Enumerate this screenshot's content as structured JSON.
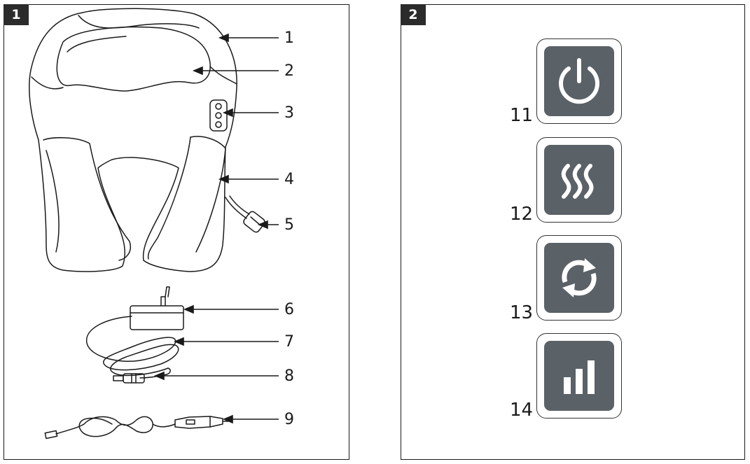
{
  "panels": [
    {
      "badge": "1"
    },
    {
      "badge": "2"
    }
  ],
  "callouts": [
    "1",
    "2",
    "3",
    "4",
    "5",
    "6",
    "7",
    "8",
    "9"
  ],
  "controls": [
    {
      "number": "11",
      "icon": "power-icon"
    },
    {
      "number": "12",
      "icon": "heat-icon"
    },
    {
      "number": "13",
      "icon": "direction-change-icon"
    },
    {
      "number": "14",
      "icon": "intensity-level-icon"
    }
  ],
  "colors": {
    "icon_background": "#5a6167",
    "line": "#1a1a1a",
    "panel_badge": "#2b2b2b"
  }
}
